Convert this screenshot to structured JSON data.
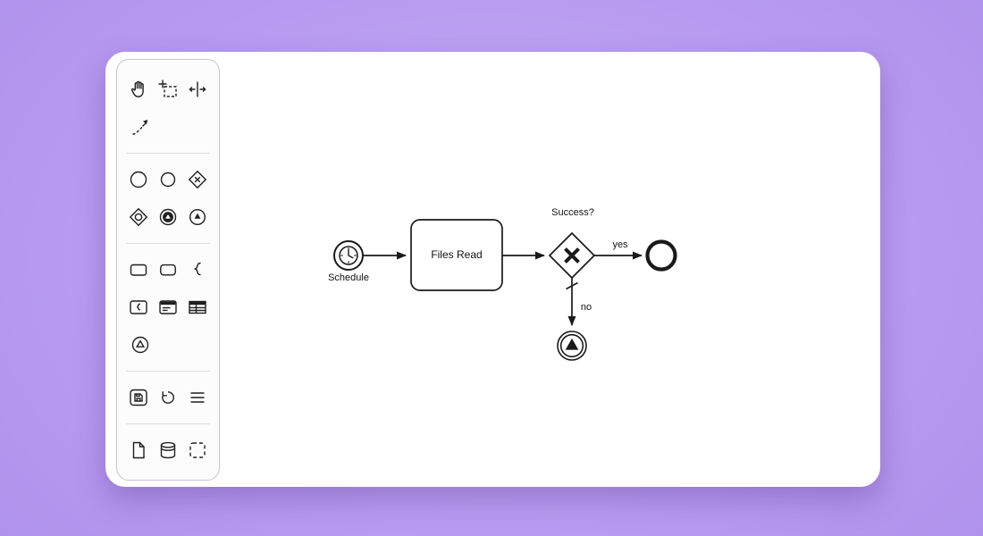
{
  "colors": {
    "background_purple": "#b597ef",
    "canvas_white": "#ffffff",
    "element_stroke": "#1a1a1a",
    "palette_background": "#fcfcfd",
    "palette_border": "#c7c7cc"
  },
  "palette": {
    "tools": [
      {
        "name": "hand-tool"
      },
      {
        "name": "lasso-tool"
      },
      {
        "name": "space-tool"
      },
      {
        "name": "global-connect-tool"
      },
      {
        "name": "create-start-event"
      },
      {
        "name": "create-end-event"
      },
      {
        "name": "create-exclusive-gateway"
      },
      {
        "name": "create-inclusive-gateway"
      },
      {
        "name": "create-signal-catch-event"
      },
      {
        "name": "create-signal-throw-event"
      },
      {
        "name": "create-task"
      },
      {
        "name": "create-call-activity"
      },
      {
        "name": "create-script"
      },
      {
        "name": "create-script-task"
      },
      {
        "name": "create-user-task"
      },
      {
        "name": "create-business-rule-task"
      },
      {
        "name": "create-boundary-event"
      },
      {
        "name": "save"
      },
      {
        "name": "undo"
      },
      {
        "name": "menu"
      },
      {
        "name": "create-data-object"
      },
      {
        "name": "create-data-store"
      },
      {
        "name": "create-group"
      }
    ]
  },
  "diagram": {
    "start_event": {
      "type": "timer-start-event",
      "label": "Schedule"
    },
    "task": {
      "label": "Files Read"
    },
    "gateway": {
      "type": "exclusive-gateway",
      "label": "Success?"
    },
    "end_event": {
      "type": "end-event"
    },
    "throw_event": {
      "type": "signal-intermediate-throw-event"
    },
    "flows": [
      {
        "from": "start",
        "to": "task",
        "label": ""
      },
      {
        "from": "task",
        "to": "gateway",
        "label": ""
      },
      {
        "from": "gateway",
        "to": "end",
        "label": "yes"
      },
      {
        "from": "gateway",
        "to": "throw",
        "label": "no",
        "default": true
      }
    ]
  }
}
